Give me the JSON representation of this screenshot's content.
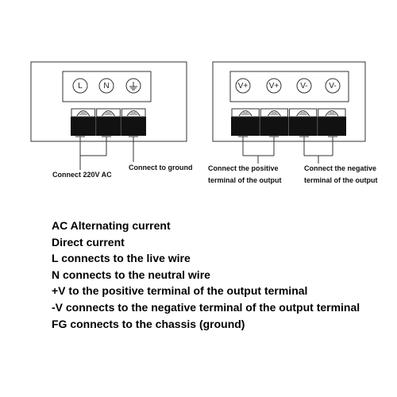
{
  "input_block": {
    "terminals": [
      {
        "symbol": "L",
        "icon": "circle-letter-icon"
      },
      {
        "symbol": "N",
        "icon": "circle-letter-icon"
      },
      {
        "symbol": "",
        "icon": "ground-icon"
      }
    ],
    "labels": {
      "ac": "Connect 220V AC",
      "ground": "Connect to ground"
    }
  },
  "output_block": {
    "terminals": [
      {
        "symbol": "V+",
        "icon": "circle-letter-icon"
      },
      {
        "symbol": "V+",
        "icon": "circle-letter-icon"
      },
      {
        "symbol": "V-",
        "icon": "circle-letter-icon"
      },
      {
        "symbol": "V-",
        "icon": "circle-letter-icon"
      }
    ],
    "labels": {
      "positive": [
        "Connect the positive",
        "terminal of the output"
      ],
      "negative": [
        "Connect the negative",
        "terminal of the output"
      ]
    }
  },
  "legend": [
    "AC Alternating current",
    "Direct current",
    "L connects to the live wire",
    "N connects to the neutral wire",
    "+V to the positive terminal of the output terminal",
    "-V connects to the negative terminal of the output terminal",
    "FG connects to the chassis (ground)"
  ],
  "colors": {
    "outline": "#333333",
    "terminal_block": "#111111",
    "background": "#ffffff"
  }
}
